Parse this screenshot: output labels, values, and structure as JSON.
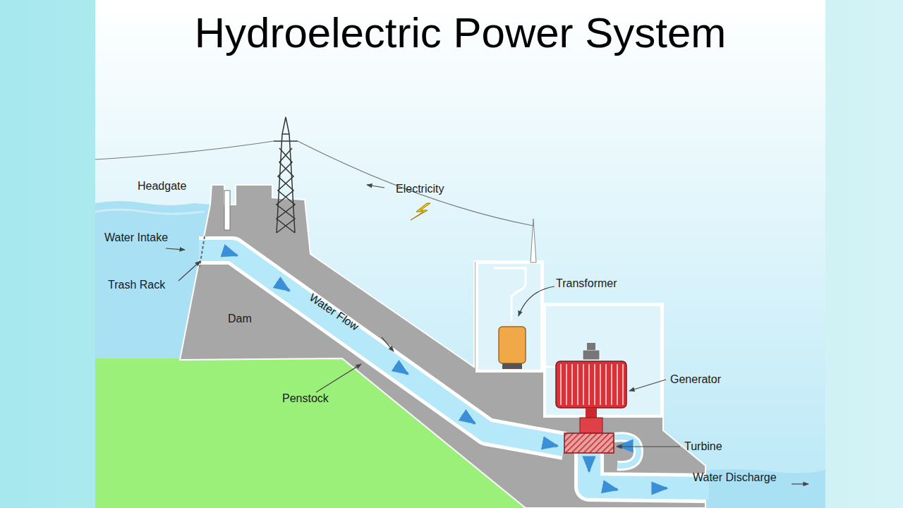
{
  "diagram": {
    "title": "Hydroelectric Power System",
    "labels": [
      "Headgate",
      "Water Intake",
      "Trash Rack",
      "Dam",
      "Water Flow",
      "Penstock",
      "Electricity",
      "Transformer",
      "Generator",
      "Turbine",
      "Water Discharge"
    ]
  }
}
